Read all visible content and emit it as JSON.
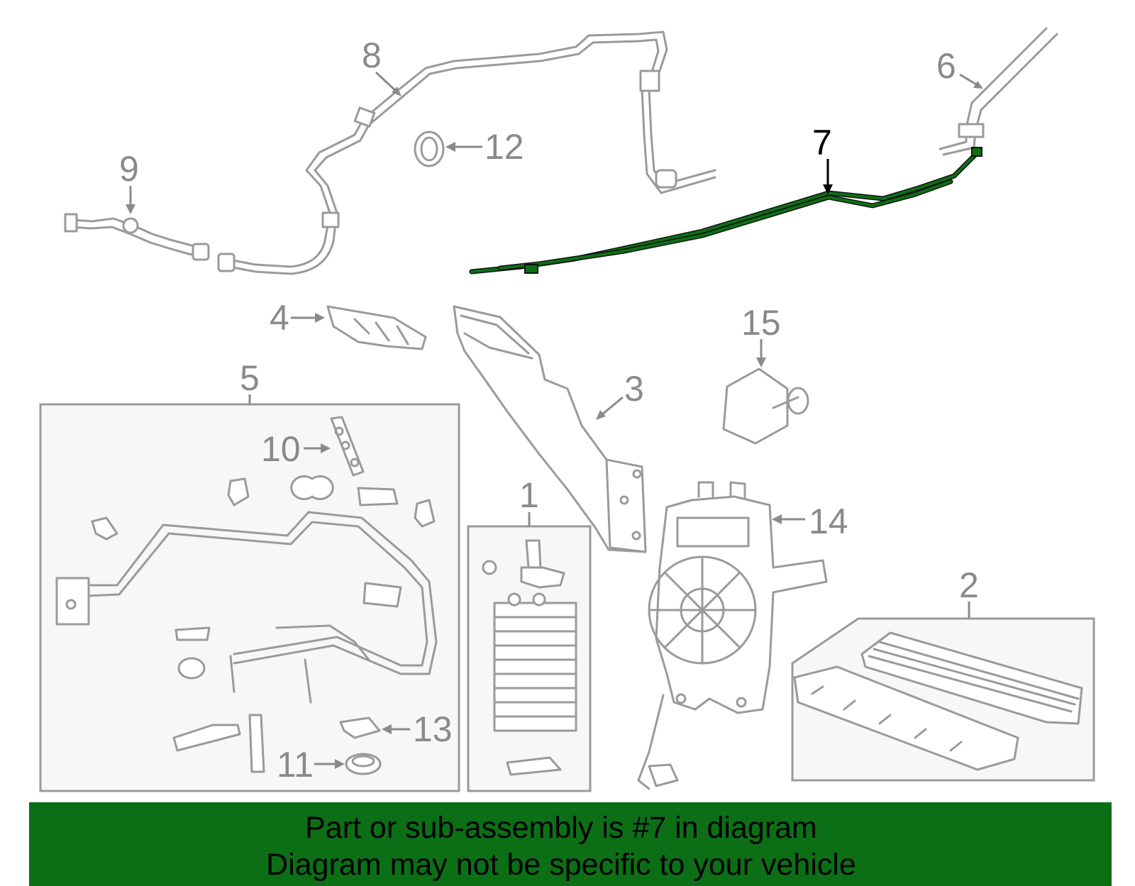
{
  "diagram": {
    "callouts": {
      "c1": "1",
      "c2": "2",
      "c3": "3",
      "c4": "4",
      "c5": "5",
      "c6": "6",
      "c7": "7",
      "c8": "8",
      "c9": "9",
      "c10": "10",
      "c11": "11",
      "c12": "12",
      "c13": "13",
      "c14": "14",
      "c15": "15"
    },
    "highlighted_part": "7",
    "highlight_color": "#0c6f16",
    "part_color": "#9a9a9a",
    "callout_color": "#8a8a8a"
  },
  "banner": {
    "line1": "Part or sub-assembly is #7 in diagram",
    "line2": "Diagram may not be specific to your vehicle",
    "background": "#0c6f16"
  }
}
